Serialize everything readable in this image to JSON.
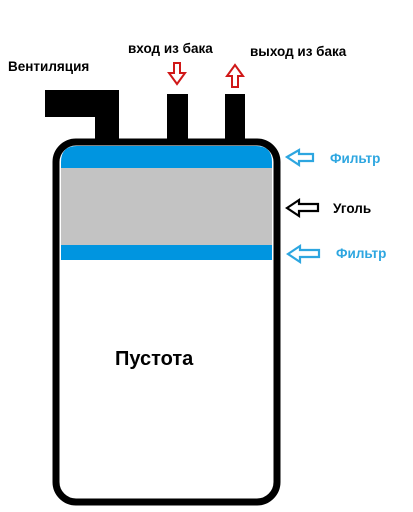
{
  "labels": {
    "ventilation": "Вентиляция",
    "tank_inlet": "вход из бака",
    "tank_outlet": "выход из бака",
    "filter_top": "Фильтр",
    "coal": "Уголь",
    "filter_bottom": "Фильтр",
    "void": "Пустота"
  },
  "colors": {
    "filter": "#0095E0",
    "coal": "#C3C3C3",
    "outline": "#000000",
    "inlet_arrow": "#D01818",
    "filter_arrow": "#2DA6E0",
    "coal_arrow": "#000000",
    "filter_label": "#2DA6E0"
  },
  "icons": {
    "inlet": "arrow-down-outline-icon",
    "outlet": "arrow-up-outline-icon",
    "filter_pointer": "arrow-left-outline-icon",
    "coal_pointer": "arrow-left-outline-icon"
  }
}
